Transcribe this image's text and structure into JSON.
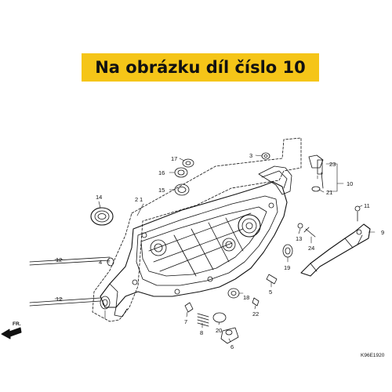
{
  "banner": {
    "text": "Na obrázku díl číslo 10",
    "color": "#f5c518"
  },
  "diagram_code": "K96E1920",
  "direction_label": "FR.",
  "callouts": [
    "1",
    "2",
    "3",
    "4",
    "5",
    "6",
    "7",
    "8",
    "9",
    "10",
    "11",
    "12",
    "12",
    "13",
    "14",
    "15",
    "16",
    "17",
    "18",
    "19",
    "20",
    "21",
    "22",
    "23",
    "24"
  ]
}
